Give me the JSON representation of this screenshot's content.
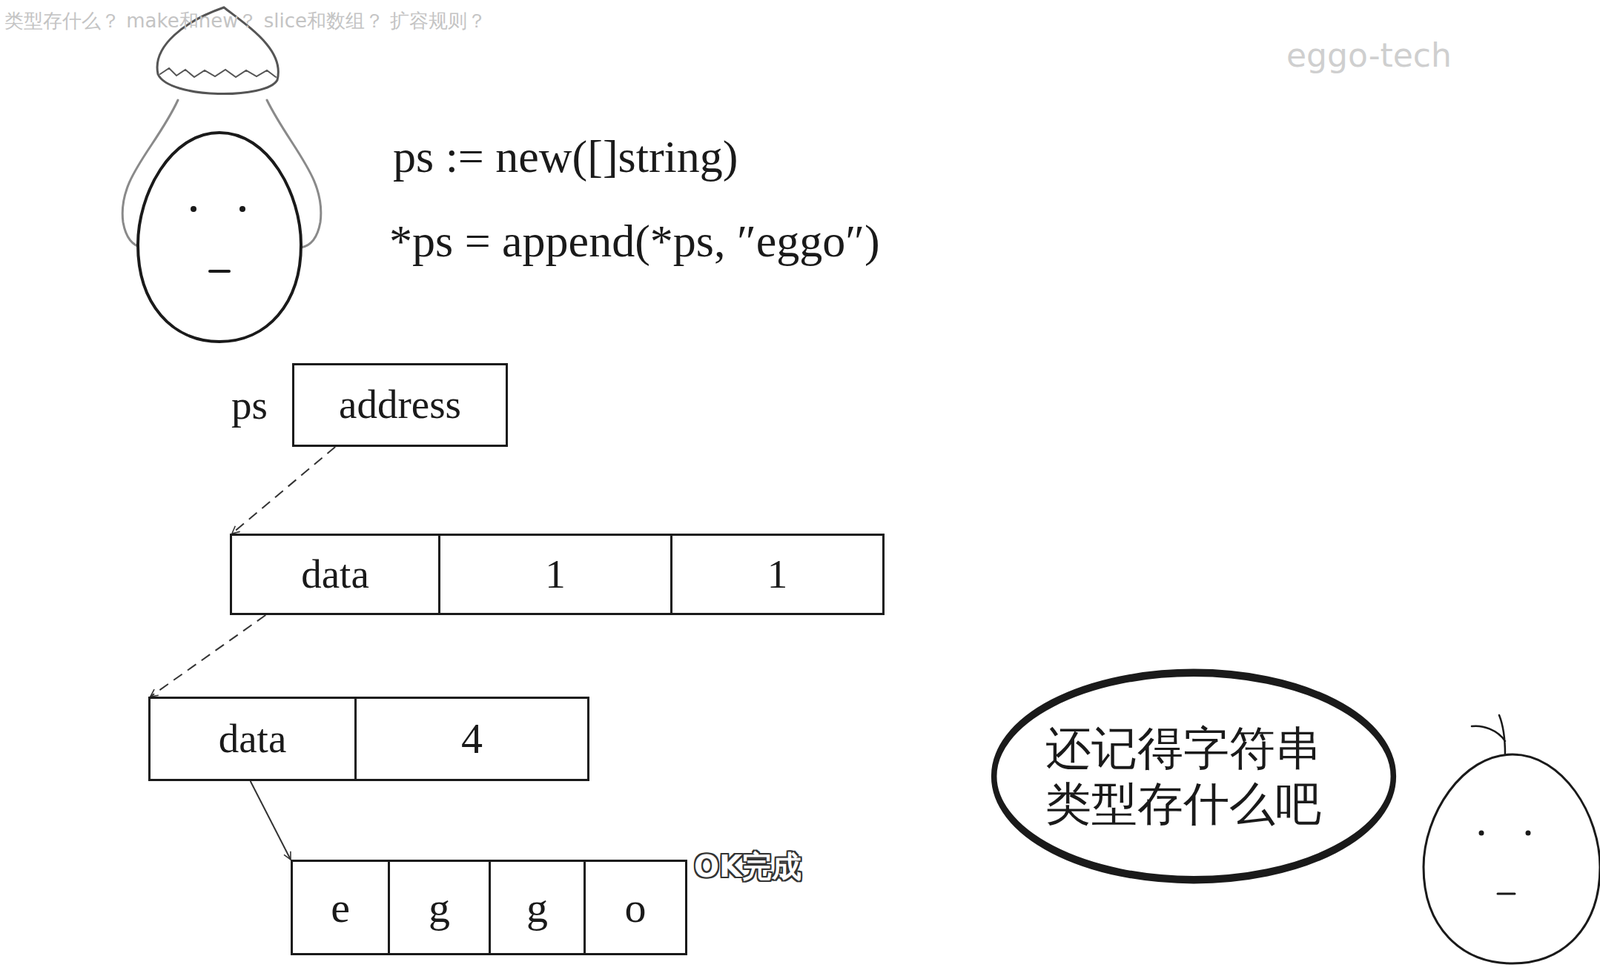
{
  "diagram": {
    "nodes": [
      {
        "text": [
          "ps",
          "address"
        ]
      },
      {
        "text": [
          "data"
        ]
      },
      {
        "text": [
          "1"
        ]
      },
      {
        "text": [
          "1"
        ]
      },
      {
        "text": [
          "data"
        ]
      },
      {
        "text": [
          "4"
        ]
      },
      {
        "text": [
          "e"
        ]
      },
      {
        "text": [
          "g"
        ]
      },
      {
        "text": [
          "g"
        ]
      },
      {
        "text": [
          "o"
        ]
      },
      {
        "text": [
          "还记得字符串 类型存什么吧"
        ]
      }
    ],
    "edges": [
      {
        "from": 0,
        "to": 1,
        "arrow": "to"
      },
      {
        "from": 1,
        "to": 4,
        "arrow": "to"
      },
      {
        "from": 4,
        "to": 6,
        "arrow": "to"
      }
    ],
    "labels": [
      "类型存什么？ make和new？ slice和数组？ 扩容规则？",
      "eggo-tech",
      "ps := new([]string)",
      "*ps = append(*ps, ″eggo″)",
      "OK完成"
    ]
  }
}
